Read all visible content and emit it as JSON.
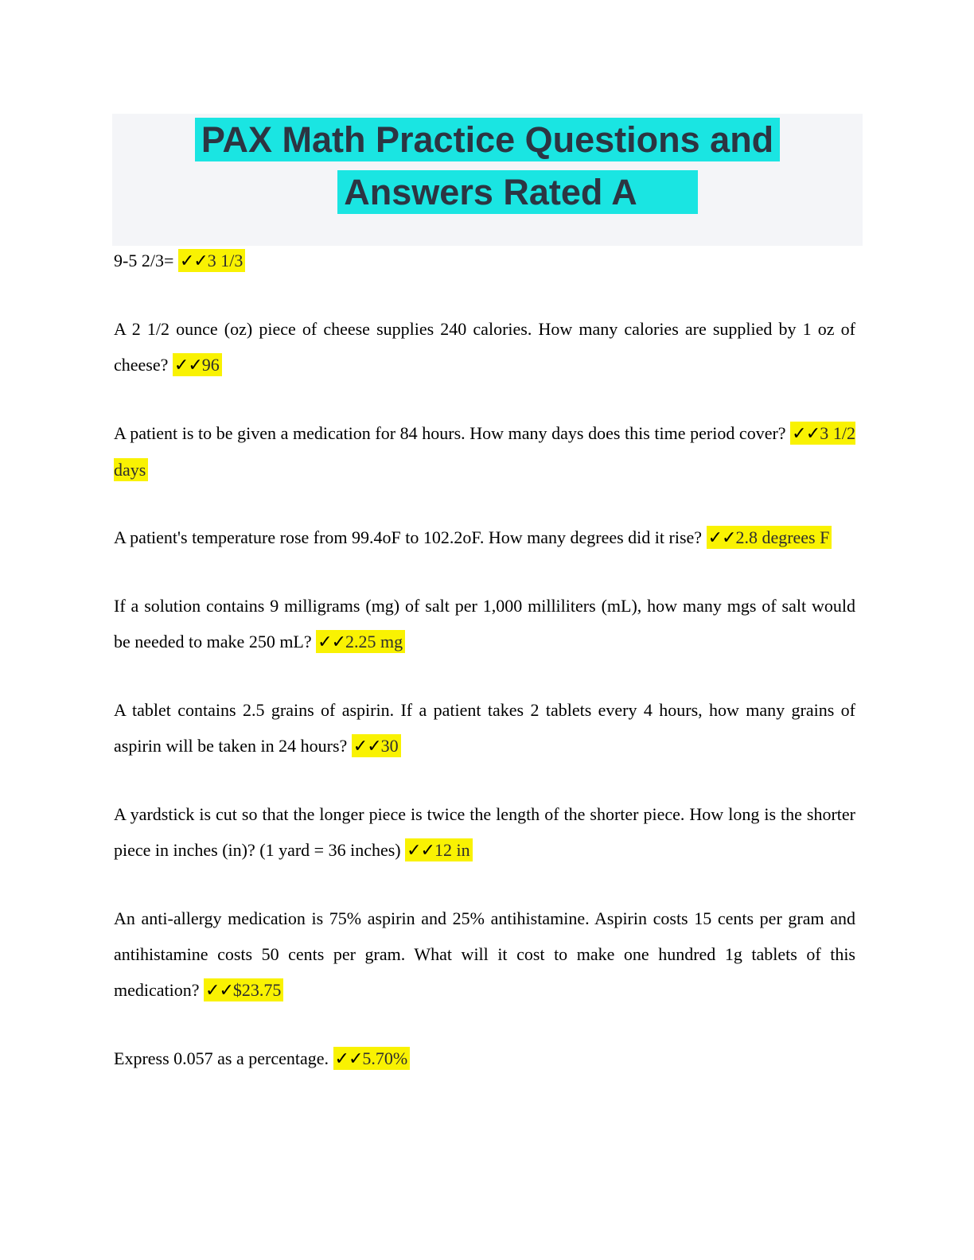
{
  "colors": {
    "page_bg": "#ffffff",
    "banner_bg": "#f4f5f8",
    "title_highlight": "#1ae5e2",
    "title_text": "#2c3542",
    "answer_highlight": "#f9f202",
    "check": "#000000",
    "answer_text": "#2e2e2e",
    "question_text": "#000000"
  },
  "header": {
    "title_line1": "PAX Math Practice Questions and",
    "title_line2": "Answers Rated A"
  },
  "questions": [
    {
      "question": "9-5 2/3= ",
      "checks": "✓✓",
      "answer": "3 1/3"
    },
    {
      "question": "A 2 1/2 ounce (oz) piece of cheese supplies 240 calories. How many calories are supplied by 1 oz of cheese? ",
      "checks": "✓✓",
      "answer": "96"
    },
    {
      "question": "A patient is to be given a medication for 84 hours. How many days does this time period cover? ",
      "checks": "✓✓",
      "answer": "3 1/2 days"
    },
    {
      "question": "A patient's temperature rose from 99.4oF to 102.2oF. How many degrees did it rise? ",
      "checks": "✓✓",
      "answer": "2.8 degrees F"
    },
    {
      "question": "If a solution contains 9 milligrams (mg) of salt per 1,000 milliliters (mL), how many mgs of salt would be needed to make 250 mL? ",
      "checks": "✓✓",
      "answer": "2.25 mg"
    },
    {
      "question": "A tablet contains 2.5 grains of aspirin. If a patient takes 2 tablets every 4 hours, how many grains of aspirin will be taken in 24 hours? ",
      "checks": "✓✓",
      "answer": "30"
    },
    {
      "question": "A yardstick is cut so that the longer piece is twice the length of the shorter piece. How long is the shorter piece in inches (in)? (1 yard = 36 inches) ",
      "checks": "✓✓",
      "answer": "12 in"
    },
    {
      "question": "An anti-allergy medication is 75% aspirin and 25% antihistamine. Aspirin costs 15 cents per gram and antihistamine costs 50 cents per gram. What will it cost to make one hundred 1g tablets of this medication? ",
      "checks": "✓✓",
      "answer": "$23.75"
    },
    {
      "question": "Express 0.057 as a percentage. ",
      "checks": "✓✓",
      "answer": "5.70%"
    }
  ]
}
